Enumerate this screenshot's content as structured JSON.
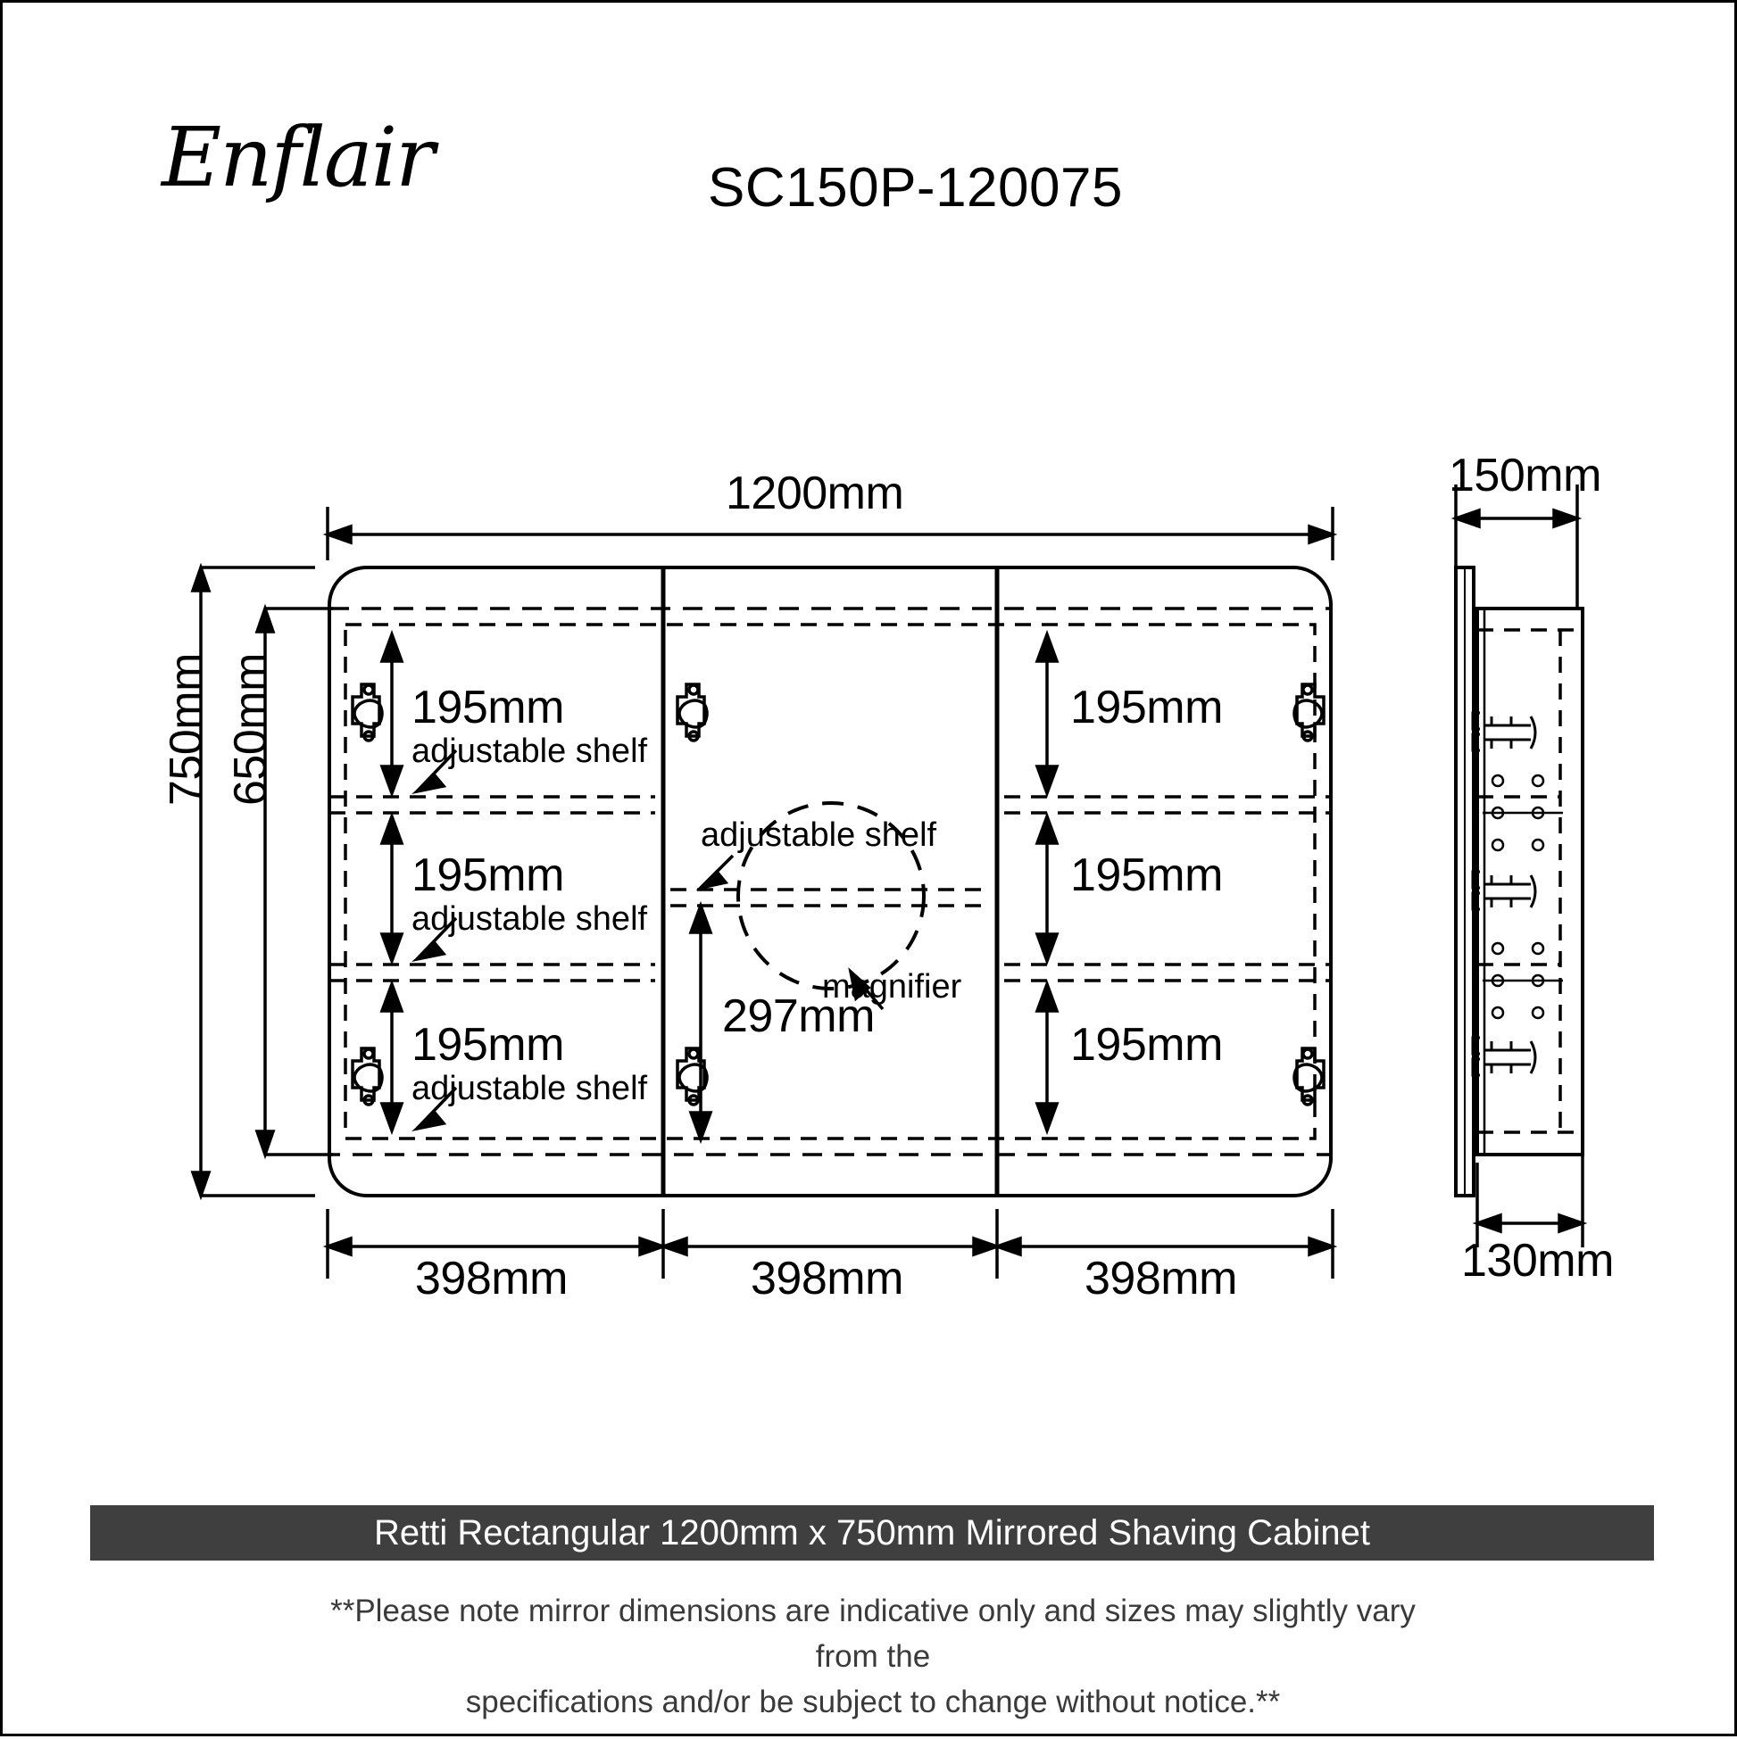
{
  "brand": {
    "name": "Enflair"
  },
  "model": {
    "number": "SC150P-120075"
  },
  "front_view": {
    "overall_width": "1200mm",
    "overall_height": "750mm",
    "cabinet_height": "650mm",
    "sections": [
      {
        "width": "398mm"
      },
      {
        "width": "398mm"
      },
      {
        "width": "398mm"
      }
    ],
    "left_section": {
      "compartments": [
        {
          "height": "195mm",
          "note": "adjustable shelf"
        },
        {
          "height": "195mm",
          "note": "adjustable shelf"
        },
        {
          "height": "195mm",
          "note": "adjustable shelf"
        }
      ]
    },
    "middle_section": {
      "shelf_note": "adjustable shelf",
      "magnifier_note": "magnifier",
      "lower_height": "297mm"
    },
    "right_section": {
      "compartments": [
        {
          "height": "195mm"
        },
        {
          "height": "195mm"
        },
        {
          "height": "195mm"
        }
      ]
    }
  },
  "side_view": {
    "depth": "150mm",
    "carcass_depth": "130mm"
  },
  "footer": {
    "title": "Retti Rectangular 1200mm x 750mm Mirrored Shaving Cabinet",
    "disclaimer_line1": "**Please note mirror dimensions are indicative only and sizes may slightly vary from the",
    "disclaimer_line2": "specifications and/or be subject to change without notice.**",
    "bar_color": "#403F40"
  }
}
